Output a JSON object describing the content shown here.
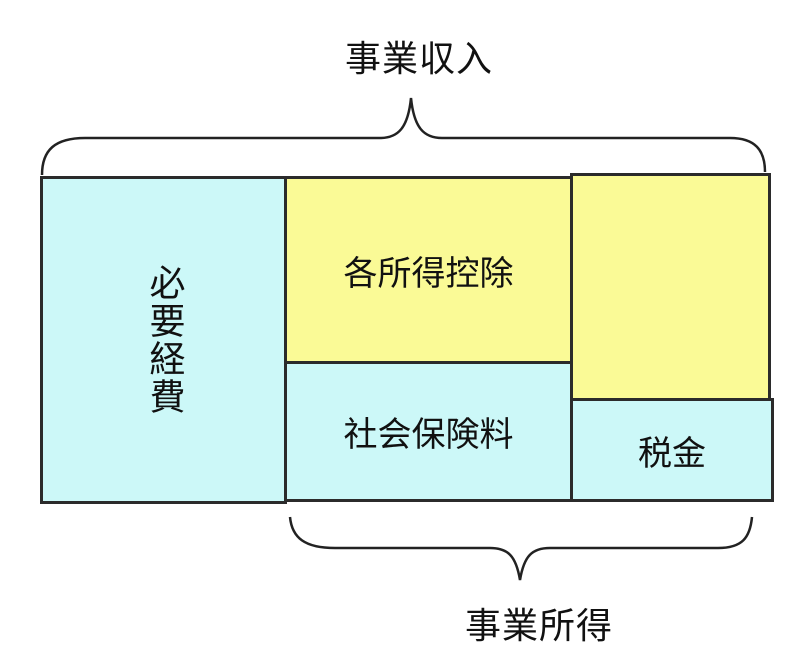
{
  "labels": {
    "top": "事業収入",
    "bottom": "事業所得"
  },
  "boxes": {
    "necessary_expenses": "必要経費",
    "income_deductions": "各所得控除",
    "social_insurance": "社会保険料",
    "right_top": "",
    "tax": "税金"
  },
  "colors": {
    "cyan_fill": "#ccf8f8",
    "yellow_fill": "#fafa96",
    "border": "#2b2b2b"
  }
}
